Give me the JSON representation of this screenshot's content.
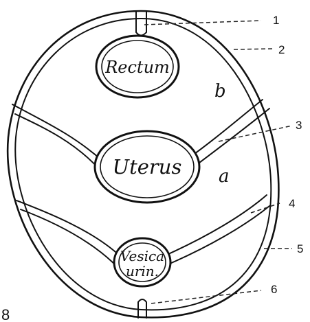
{
  "figure_number": "8",
  "organs": {
    "rectum": "Rectum",
    "uterus": "Uterus",
    "bladder_line1": "Vesica",
    "bladder_line2": "urin."
  },
  "regions": {
    "b": "b",
    "a": "a"
  },
  "callouts": [
    "1",
    "2",
    "3",
    "4",
    "5",
    "6"
  ]
}
